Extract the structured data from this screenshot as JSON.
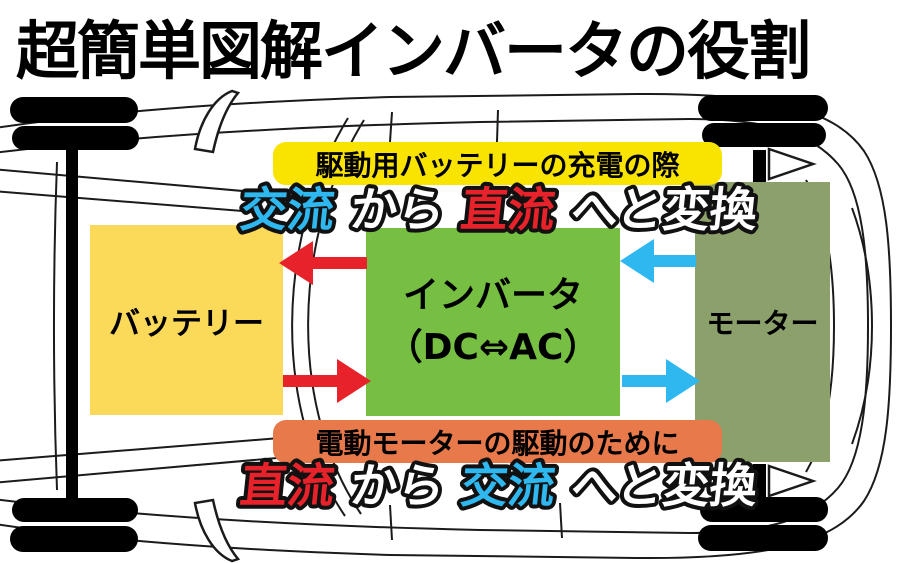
{
  "title": "超簡単図解インバータの役割",
  "colors": {
    "background": "#FFFFFF",
    "ink": "#000000",
    "car_line": "#1B1B1B",
    "red_arrow": "#E8222B",
    "blue_arrow": "#2FB7F0"
  },
  "diagram": {
    "battery": {
      "label": "バッテリー",
      "color": "#FBDA5A"
    },
    "inverter": {
      "label_line1": "インバータ",
      "label_line2": "（DC⇔AC）",
      "color": "#77BF43"
    },
    "motor": {
      "label": "モーター",
      "color": "#8CA06B"
    },
    "top_flow": {
      "banner": "駆動用バッテリーの充電の際",
      "banner_color": "#F9E300",
      "conversion": [
        {
          "text": "交流",
          "color": "#2FB7F0"
        },
        {
          "text": "から",
          "color": "#FFFFFF"
        },
        {
          "text": "直流",
          "color": "#E8222B"
        },
        {
          "text": "へと変換",
          "color": "#FFFFFF"
        }
      ]
    },
    "bottom_flow": {
      "banner": "電動モーターの駆動のために",
      "banner_color": "#E8794B",
      "conversion": [
        {
          "text": "直流",
          "color": "#E8222B"
        },
        {
          "text": "から",
          "color": "#FFFFFF"
        },
        {
          "text": "交流",
          "color": "#2FB7F0"
        },
        {
          "text": "へと変換",
          "color": "#FFFFFF"
        }
      ]
    },
    "arrows": [
      {
        "row": "top",
        "from": "inverter",
        "to": "battery",
        "direction": "left",
        "color": "#E8222B"
      },
      {
        "row": "top",
        "from": "motor",
        "to": "inverter",
        "direction": "left",
        "color": "#2FB7F0"
      },
      {
        "row": "bottom",
        "from": "battery",
        "to": "inverter",
        "direction": "right",
        "color": "#E8222B"
      },
      {
        "row": "bottom",
        "from": "inverter",
        "to": "motor",
        "direction": "right",
        "color": "#2FB7F0"
      }
    ]
  }
}
